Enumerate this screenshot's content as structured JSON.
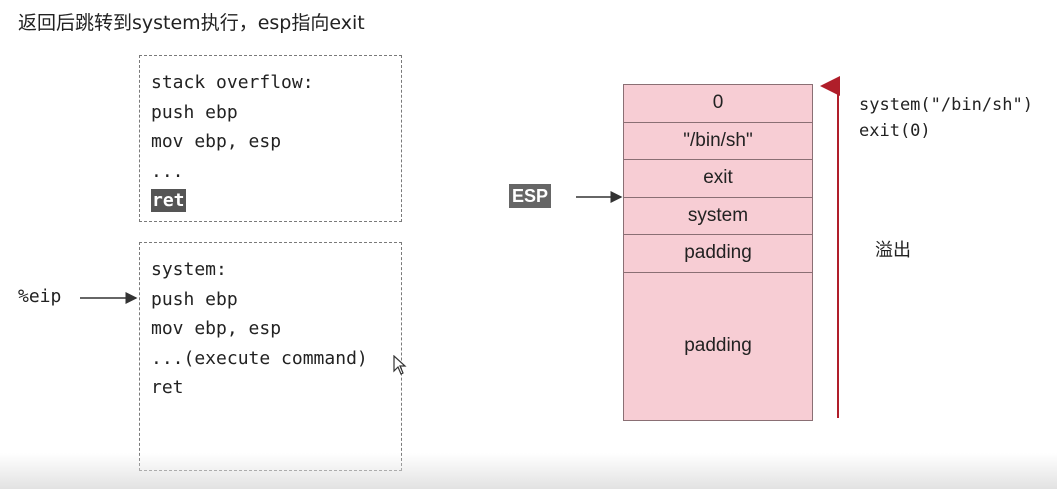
{
  "title": "返回后跳转到system执行，esp指向exit",
  "code_box_1": {
    "lines": [
      "stack overflow:",
      "push ebp",
      "mov ebp, esp",
      "..."
    ],
    "highlighted": "ret"
  },
  "code_box_2": {
    "lines": [
      "system:",
      "push ebp",
      "mov ebp, esp",
      "...(execute command)",
      "ret"
    ]
  },
  "eip_label": "%eip",
  "esp_label": "ESP",
  "stack_cells": [
    "0",
    "\"/bin/sh\"",
    "exit",
    "system",
    "padding",
    "padding"
  ],
  "side_note": [
    "system(\"/bin/sh\")",
    "exit(0)"
  ],
  "overflow_label": "溢出",
  "colors": {
    "stack_fill": "#f7cdd4",
    "overflow_arrow": "#b01e2a",
    "esp_badge": "#666666"
  }
}
